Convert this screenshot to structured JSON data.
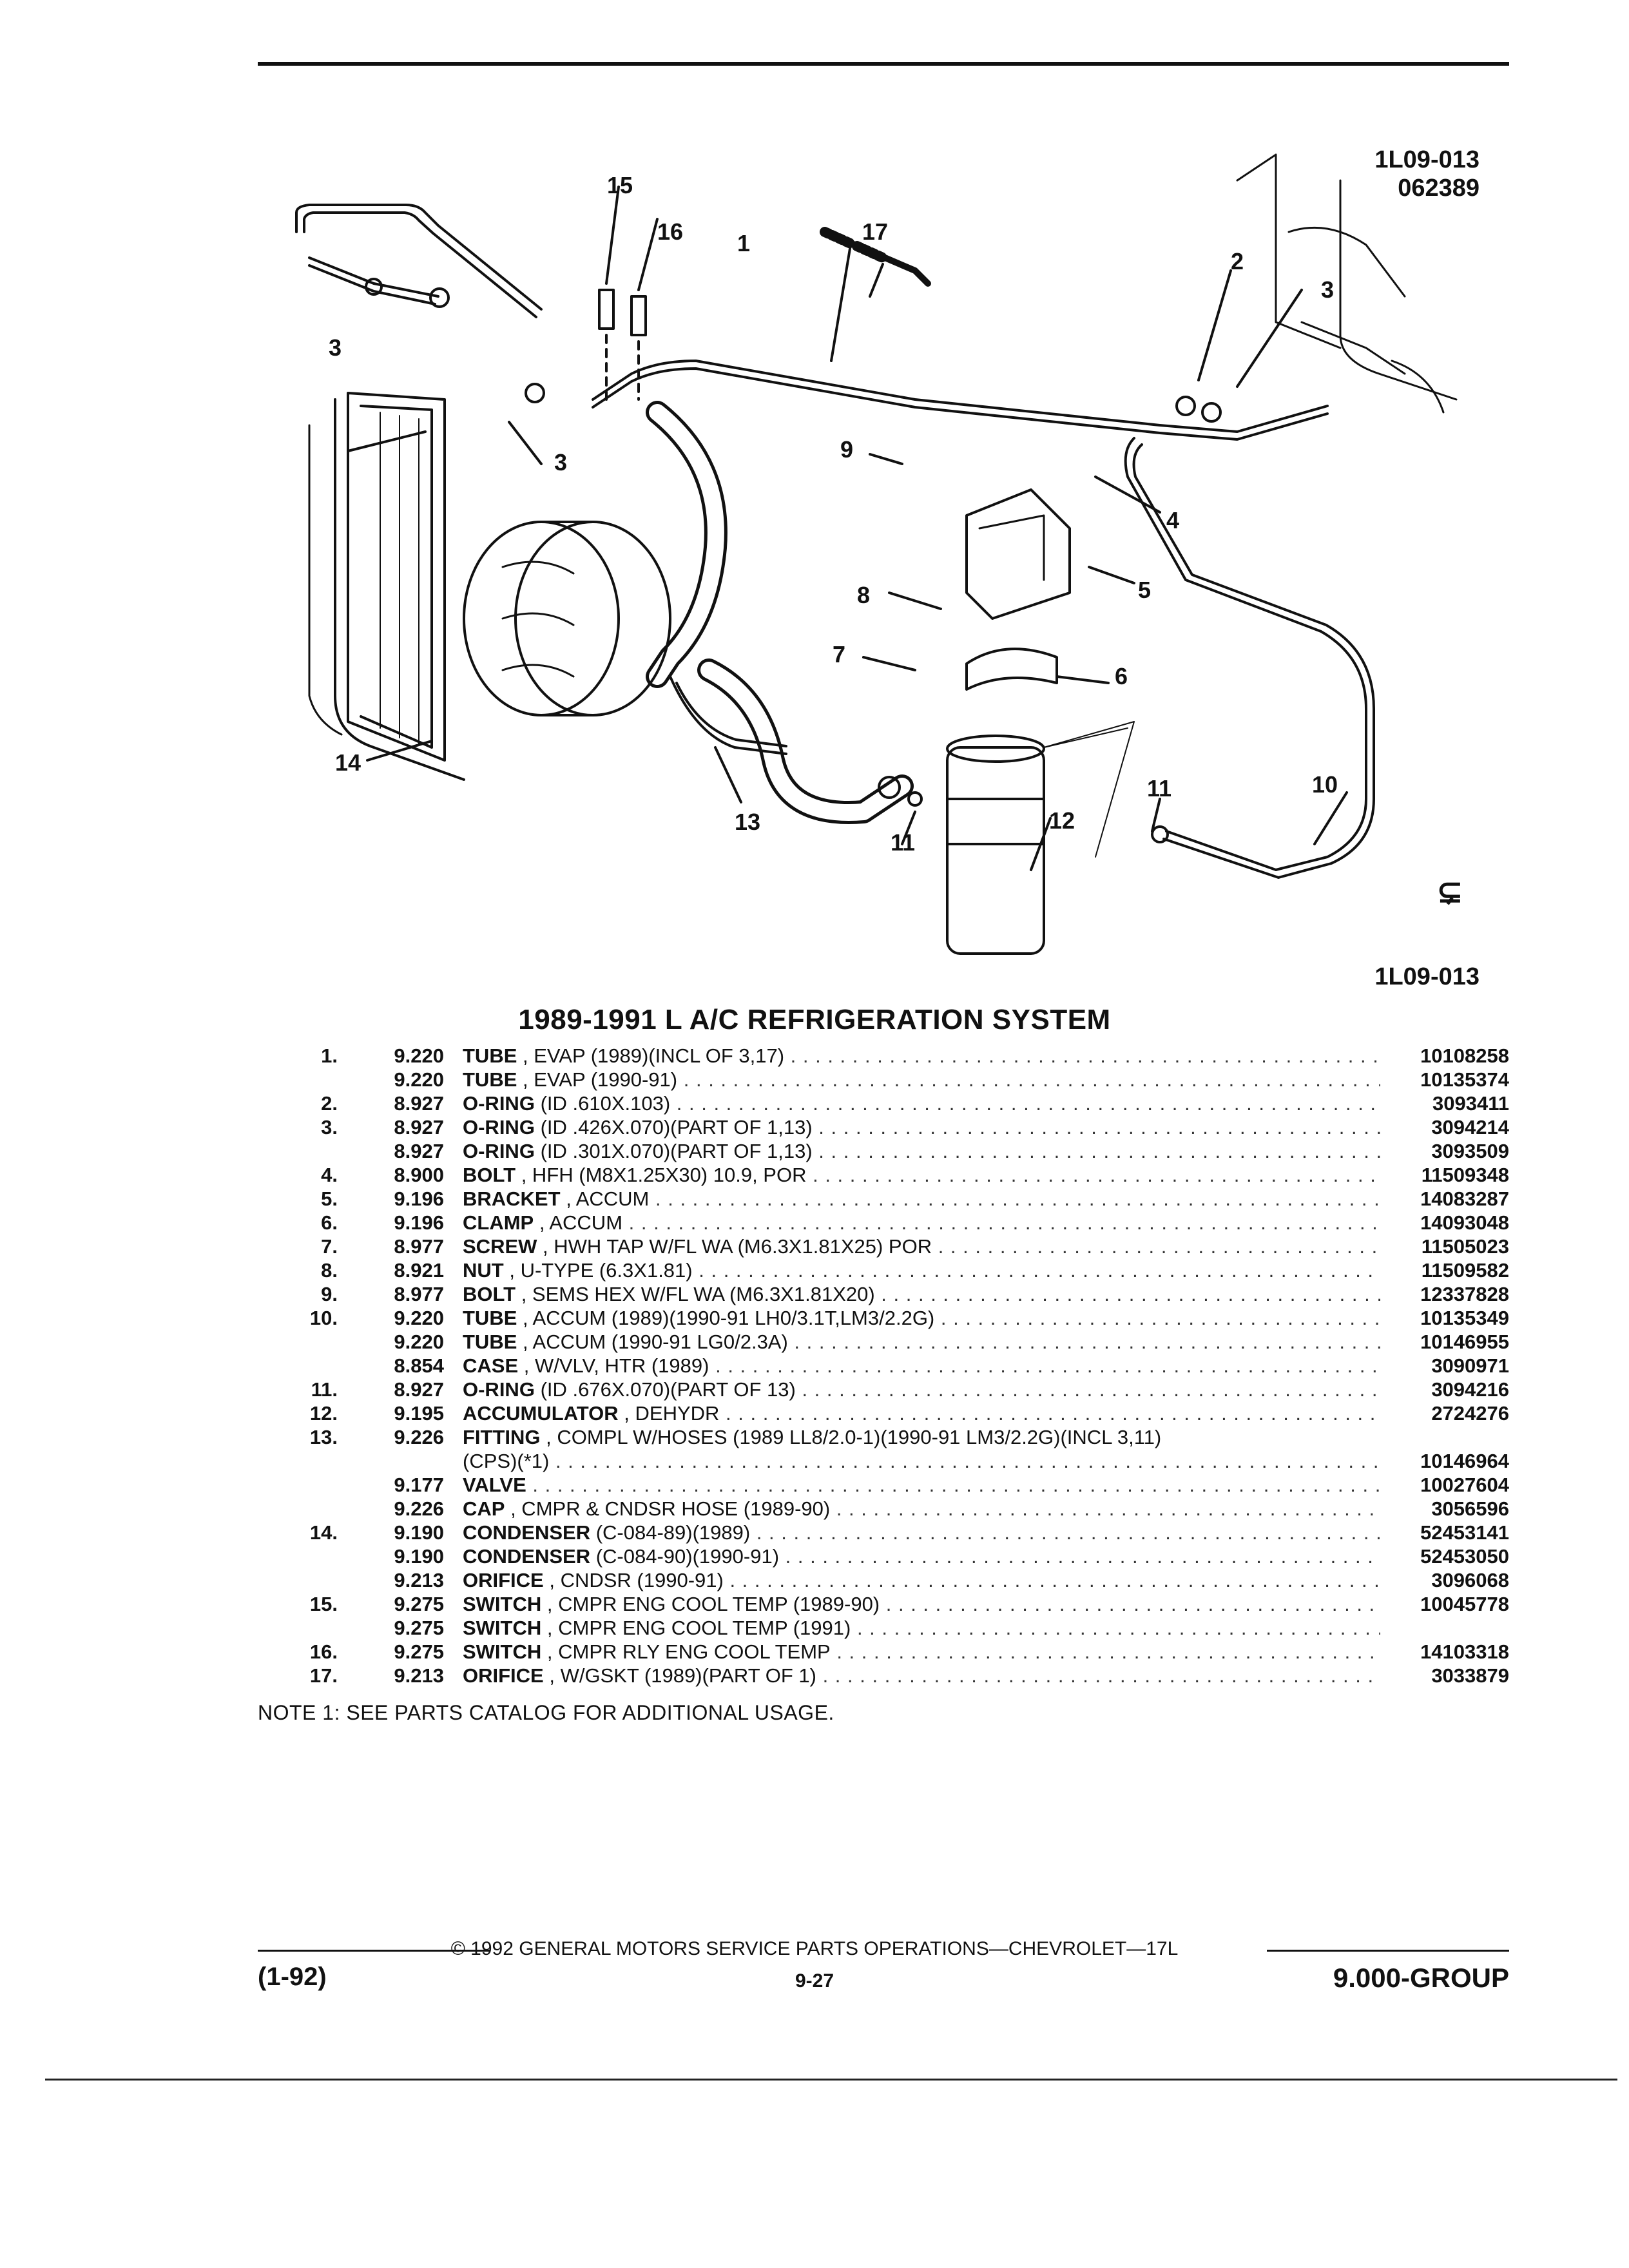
{
  "figure": {
    "code_top_line1": "1L09-013",
    "code_top_line2": "062389",
    "code_bottom": "1L09-013",
    "callouts": [
      "15",
      "16",
      "17",
      "1",
      "2",
      "3",
      "3",
      "3",
      "9",
      "4",
      "5",
      "8",
      "6",
      "7",
      "14",
      "13",
      "11",
      "12",
      "11",
      "10"
    ],
    "mark": "⊊"
  },
  "title": "1989-1991 L A/C REFRIGERATION SYSTEM",
  "parts": [
    {
      "num": "1.",
      "code": "9.220",
      "name": "TUBE",
      "spec": ", EVAP (1989)(INCL OF 3,17)",
      "pn": "10108258"
    },
    {
      "num": "",
      "code": "9.220",
      "name": "TUBE",
      "spec": ", EVAP (1990-91)",
      "pn": "10135374"
    },
    {
      "num": "2.",
      "code": "8.927",
      "name": "O-RING",
      "spec": "(ID .610X.103)",
      "pn": "3093411"
    },
    {
      "num": "3.",
      "code": "8.927",
      "name": "O-RING",
      "spec": "(ID .426X.070)(PART OF 1,13)",
      "pn": "3094214"
    },
    {
      "num": "",
      "code": "8.927",
      "name": "O-RING",
      "spec": "(ID .301X.070)(PART OF 1,13)",
      "pn": "3093509"
    },
    {
      "num": "4.",
      "code": "8.900",
      "name": "BOLT",
      "spec": ", HFH (M8X1.25X30) 10.9, POR",
      "pn": "11509348"
    },
    {
      "num": "5.",
      "code": "9.196",
      "name": "BRACKET",
      "spec": ", ACCUM",
      "pn": "14083287"
    },
    {
      "num": "6.",
      "code": "9.196",
      "name": "CLAMP",
      "spec": ", ACCUM",
      "pn": "14093048"
    },
    {
      "num": "7.",
      "code": "8.977",
      "name": "SCREW",
      "spec": ", HWH TAP W/FL WA (M6.3X1.81X25) POR",
      "pn": "11505023"
    },
    {
      "num": "8.",
      "code": "8.921",
      "name": "NUT",
      "spec": ", U-TYPE (6.3X1.81)",
      "pn": "11509582"
    },
    {
      "num": "9.",
      "code": "8.977",
      "name": "BOLT",
      "spec": ", SEMS HEX W/FL WA (M6.3X1.81X20)",
      "pn": "12337828"
    },
    {
      "num": "10.",
      "code": "9.220",
      "name": "TUBE",
      "spec": ", ACCUM (1989)(1990-91 LH0/3.1T,LM3/2.2G)",
      "pn": "10135349"
    },
    {
      "num": "",
      "code": "9.220",
      "name": "TUBE",
      "spec": ", ACCUM (1990-91 LG0/2.3A)",
      "pn": "10146955"
    },
    {
      "num": "",
      "code": "8.854",
      "name": "CASE",
      "spec": ", W/VLV, HTR (1989)",
      "pn": "3090971"
    },
    {
      "num": "11.",
      "code": "8.927",
      "name": "O-RING",
      "spec": "(ID .676X.070)(PART OF 13)",
      "pn": "3094216"
    },
    {
      "num": "12.",
      "code": "9.195",
      "name": "ACCUMULATOR",
      "spec": ", DEHYDR",
      "pn": "2724276"
    },
    {
      "num": "13.",
      "code": "9.226",
      "name": "FITTING",
      "spec": ", COMPL W/HOSES (1989 LL8/2.0-1)(1990-91 LM3/2.2G)(INCL 3,11)",
      "pn": "",
      "nodots": true
    },
    {
      "num": "",
      "code": "",
      "name": "",
      "spec": "(CPS)(*1)",
      "pn": "10146964"
    },
    {
      "num": "",
      "code": "9.177",
      "name": "VALVE",
      "spec": "",
      "pn": "10027604"
    },
    {
      "num": "",
      "code": "9.226",
      "name": "CAP",
      "spec": ", CMPR & CNDSR HOSE (1989-90)",
      "pn": "3056596"
    },
    {
      "num": "14.",
      "code": "9.190",
      "name": "CONDENSER",
      "spec": "(C-084-89)(1989)",
      "pn": "52453141"
    },
    {
      "num": "",
      "code": "9.190",
      "name": "CONDENSER",
      "spec": "(C-084-90)(1990-91)",
      "pn": "52453050"
    },
    {
      "num": "",
      "code": "9.213",
      "name": "ORIFICE",
      "spec": ", CNDSR (1990-91)",
      "pn": "3096068"
    },
    {
      "num": "15.",
      "code": "9.275",
      "name": "SWITCH",
      "spec": ", CMPR ENG COOL TEMP (1989-90)",
      "pn": "10045778"
    },
    {
      "num": "",
      "code": "9.275",
      "name": "SWITCH",
      "spec": ", CMPR ENG COOL TEMP (1991)",
      "pn": ""
    },
    {
      "num": "16.",
      "code": "9.275",
      "name": "SWITCH",
      "spec": ", CMPR RLY ENG COOL TEMP",
      "pn": "14103318"
    },
    {
      "num": "17.",
      "code": "9.213",
      "name": "ORIFICE",
      "spec": ", W/GSKT (1989)(PART OF 1)",
      "pn": "3033879"
    }
  ],
  "note": "NOTE  1:  SEE PARTS CATALOG FOR ADDITIONAL USAGE.",
  "footer": {
    "copyright": "© 1992 GENERAL MOTORS SERVICE PARTS OPERATIONS—CHEVROLET—17L",
    "left": "(1-92)",
    "page": "9-27",
    "right": "9.000-GROUP"
  }
}
